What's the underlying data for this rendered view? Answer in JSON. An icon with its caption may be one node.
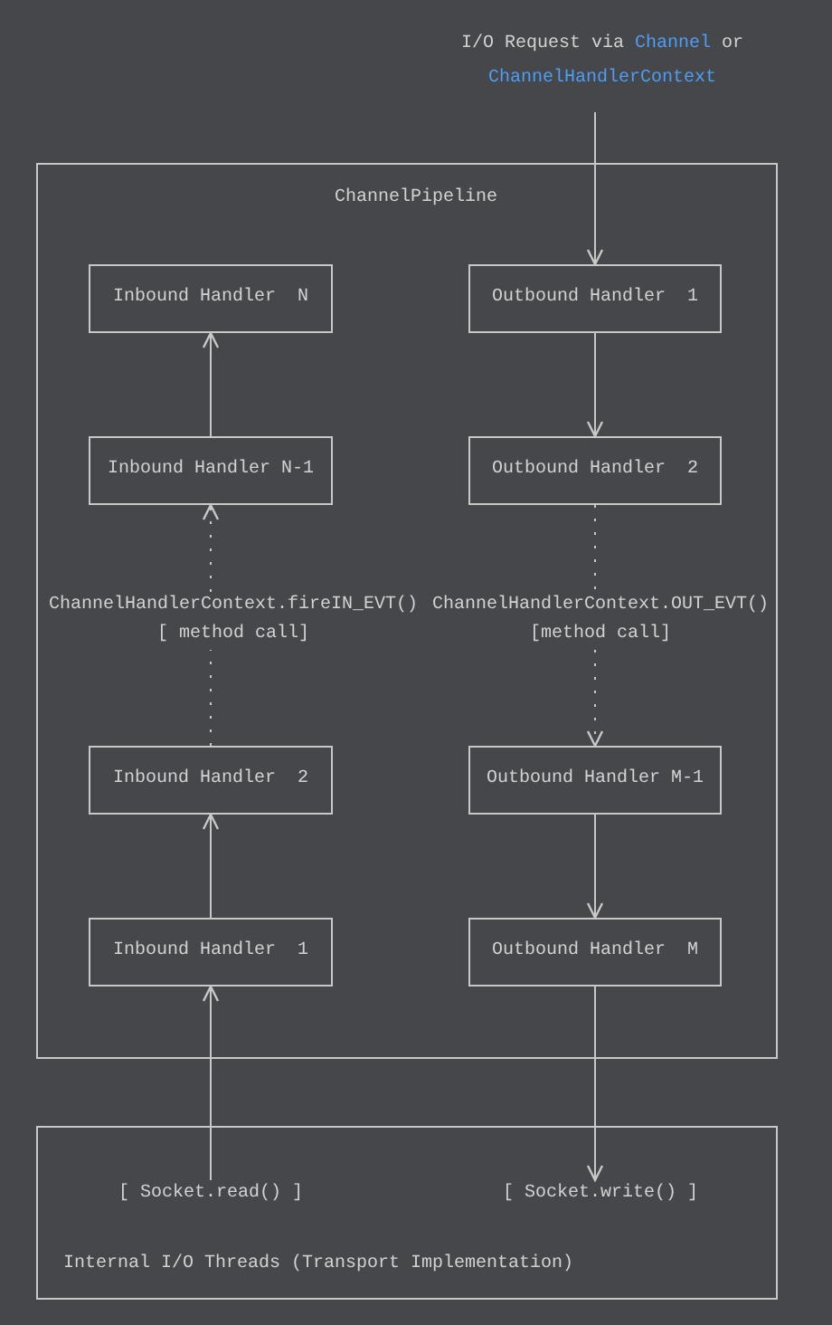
{
  "diagram": {
    "nodes": [
      {
        "text": [
          "I/O Request via **Channel** or **ChannelHandlerContext**"
        ]
      },
      {
        "text": [
          "ChannelPipeline"
        ]
      },
      {
        "text": [
          "Inbound Handler  N"
        ],
        "in": 1
      },
      {
        "text": [
          "Outbound Handler  1"
        ],
        "in": 1
      },
      {
        "text": [
          "Inbound Handler N-1"
        ],
        "in": 1
      },
      {
        "text": [
          "Outbound Handler  2"
        ],
        "in": 1
      },
      {
        "text": [
          "ChannelHandlerContext.fireIN_EVT()",
          "[ method call]"
        ],
        "in": 1
      },
      {
        "text": [
          "ChannelHandlerContext.OUT_EVT()",
          "[method call]"
        ],
        "in": 1
      },
      {
        "text": [
          "Inbound Handler  2"
        ],
        "in": 1
      },
      {
        "text": [
          "Outbound Handler M-1"
        ],
        "in": 1
      },
      {
        "text": [
          "Inbound Handler  1"
        ],
        "in": 1
      },
      {
        "text": [
          "Outbound Handler  M"
        ],
        "in": 1
      },
      {
        "text": [
          "Internal I/O Threads (Transport Implementation)"
        ]
      },
      {
        "text": [
          "[ Socket.read() ]"
        ],
        "in": 12
      },
      {
        "text": [
          "[ Socket.write() ]"
        ],
        "in": 12
      }
    ],
    "edges": [
      {
        "from": 0,
        "to": 3,
        "arrow": "to"
      },
      {
        "from": 3,
        "to": 5,
        "arrow": "to"
      },
      {
        "from": 5,
        "to": 7,
        "arrow": "none",
        "style": "dashed"
      },
      {
        "from": 7,
        "to": 9,
        "arrow": "to",
        "style": "dashed"
      },
      {
        "from": 9,
        "to": 11,
        "arrow": "to"
      },
      {
        "from": 11,
        "to": 14,
        "arrow": "to"
      },
      {
        "from": 13,
        "to": 10,
        "arrow": "to"
      },
      {
        "from": 10,
        "to": 8,
        "arrow": "to"
      },
      {
        "from": 8,
        "to": 6,
        "arrow": "none",
        "style": "dashed"
      },
      {
        "from": 6,
        "to": 4,
        "arrow": "to",
        "style": "dashed"
      },
      {
        "from": 4,
        "to": 2,
        "arrow": "to"
      }
    ]
  }
}
